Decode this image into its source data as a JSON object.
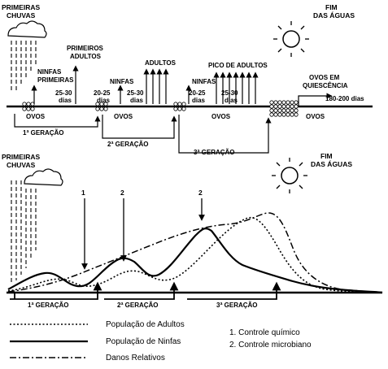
{
  "top": {
    "primeiras_chuvas": [
      "PRIMEIRAS",
      "CHUVAS"
    ],
    "fim_das_aguas": [
      "FIM",
      "DAS ÁGUAS"
    ],
    "ninfas_primeiras": [
      "NINFAS",
      "PRIMEIRAS"
    ],
    "primeiros_adultos": [
      "PRIMEIROS",
      "ADULTOS"
    ],
    "adultos": "ADULTOS",
    "pico_de_adultos": "PICO DE ADULTOS",
    "ovos_em_quiescencia": [
      "OVOS EM",
      "QUIESCÊNCIA"
    ],
    "ninfas": "NINFAS",
    "days_25_30": [
      "25-30",
      "dias"
    ],
    "days_20_25": [
      "20-25",
      "dias"
    ],
    "days_180_200": "180-200 dias",
    "ovos": "OVOS",
    "gen1": "1ª GERAÇÃO",
    "gen2": "2ª GERAÇÃO",
    "gen3": "3ª GERAÇÃO"
  },
  "bottom": {
    "primeiras_chuvas": [
      "PRIMEIRAS",
      "CHUVAS"
    ],
    "fim_das_aguas": [
      "FIM",
      "DAS ÁGUAS"
    ],
    "control_1": "1",
    "control_2": "2",
    "gen1": "1ª GERAÇÃO",
    "gen2": "2ª GERAÇÃO",
    "gen3": "3ª GERAÇÃO"
  },
  "legend": {
    "adultos": "População de Adultos",
    "ninfas": "População de Ninfas",
    "danos": "Danos Relativos",
    "controle1": "1. Controle químico",
    "controle2": "2. Controle microbiano"
  }
}
